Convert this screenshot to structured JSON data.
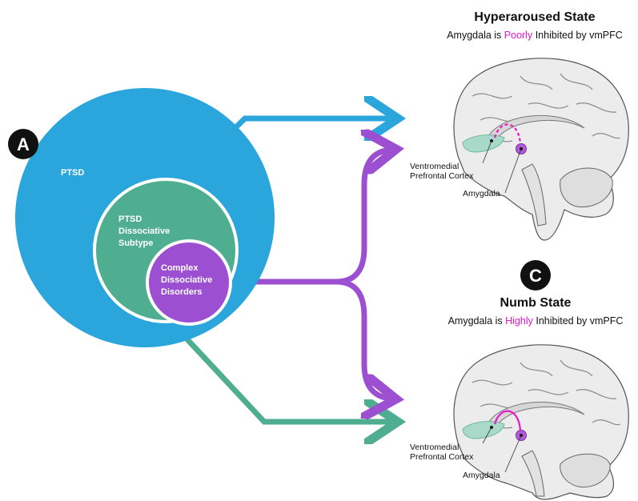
{
  "badges": {
    "a": "A",
    "c": "C"
  },
  "circles": {
    "ptsd": "PTSD",
    "subtype": [
      "PTSD",
      "Dissociative",
      "Subtype"
    ],
    "complex": [
      "Complex",
      "Dissociative",
      "Disorders"
    ]
  },
  "hyperaroused": {
    "title": "Hyperaroused State",
    "subtitle_pre": "Amygdala is ",
    "subtitle_highlight": "Poorly",
    "subtitle_post": " Inhibited by vmPFC",
    "vmpfc_label": [
      "Ventromedial",
      "Prefrontal Cortex"
    ],
    "amygdala_label": "Amygdala"
  },
  "numb": {
    "title": "Numb State",
    "subtitle_pre": "Amygdala is ",
    "subtitle_highlight": "Highly",
    "subtitle_post": " Inhibited by vmPFC",
    "vmpfc_label": [
      "Ventromedial",
      "Prefrontal Cortex"
    ],
    "amygdala_label": "Amygdala"
  },
  "colors": {
    "ptsd_blue": "#2aa6dc",
    "subtype_green": "#4fae8f",
    "complex_purple": "#9c4fd0",
    "highlight_magenta": "#e619c8",
    "vmpfc_teal": "#a9d9c8",
    "brain_fill": "#ececec",
    "brain_stroke": "#555555"
  }
}
